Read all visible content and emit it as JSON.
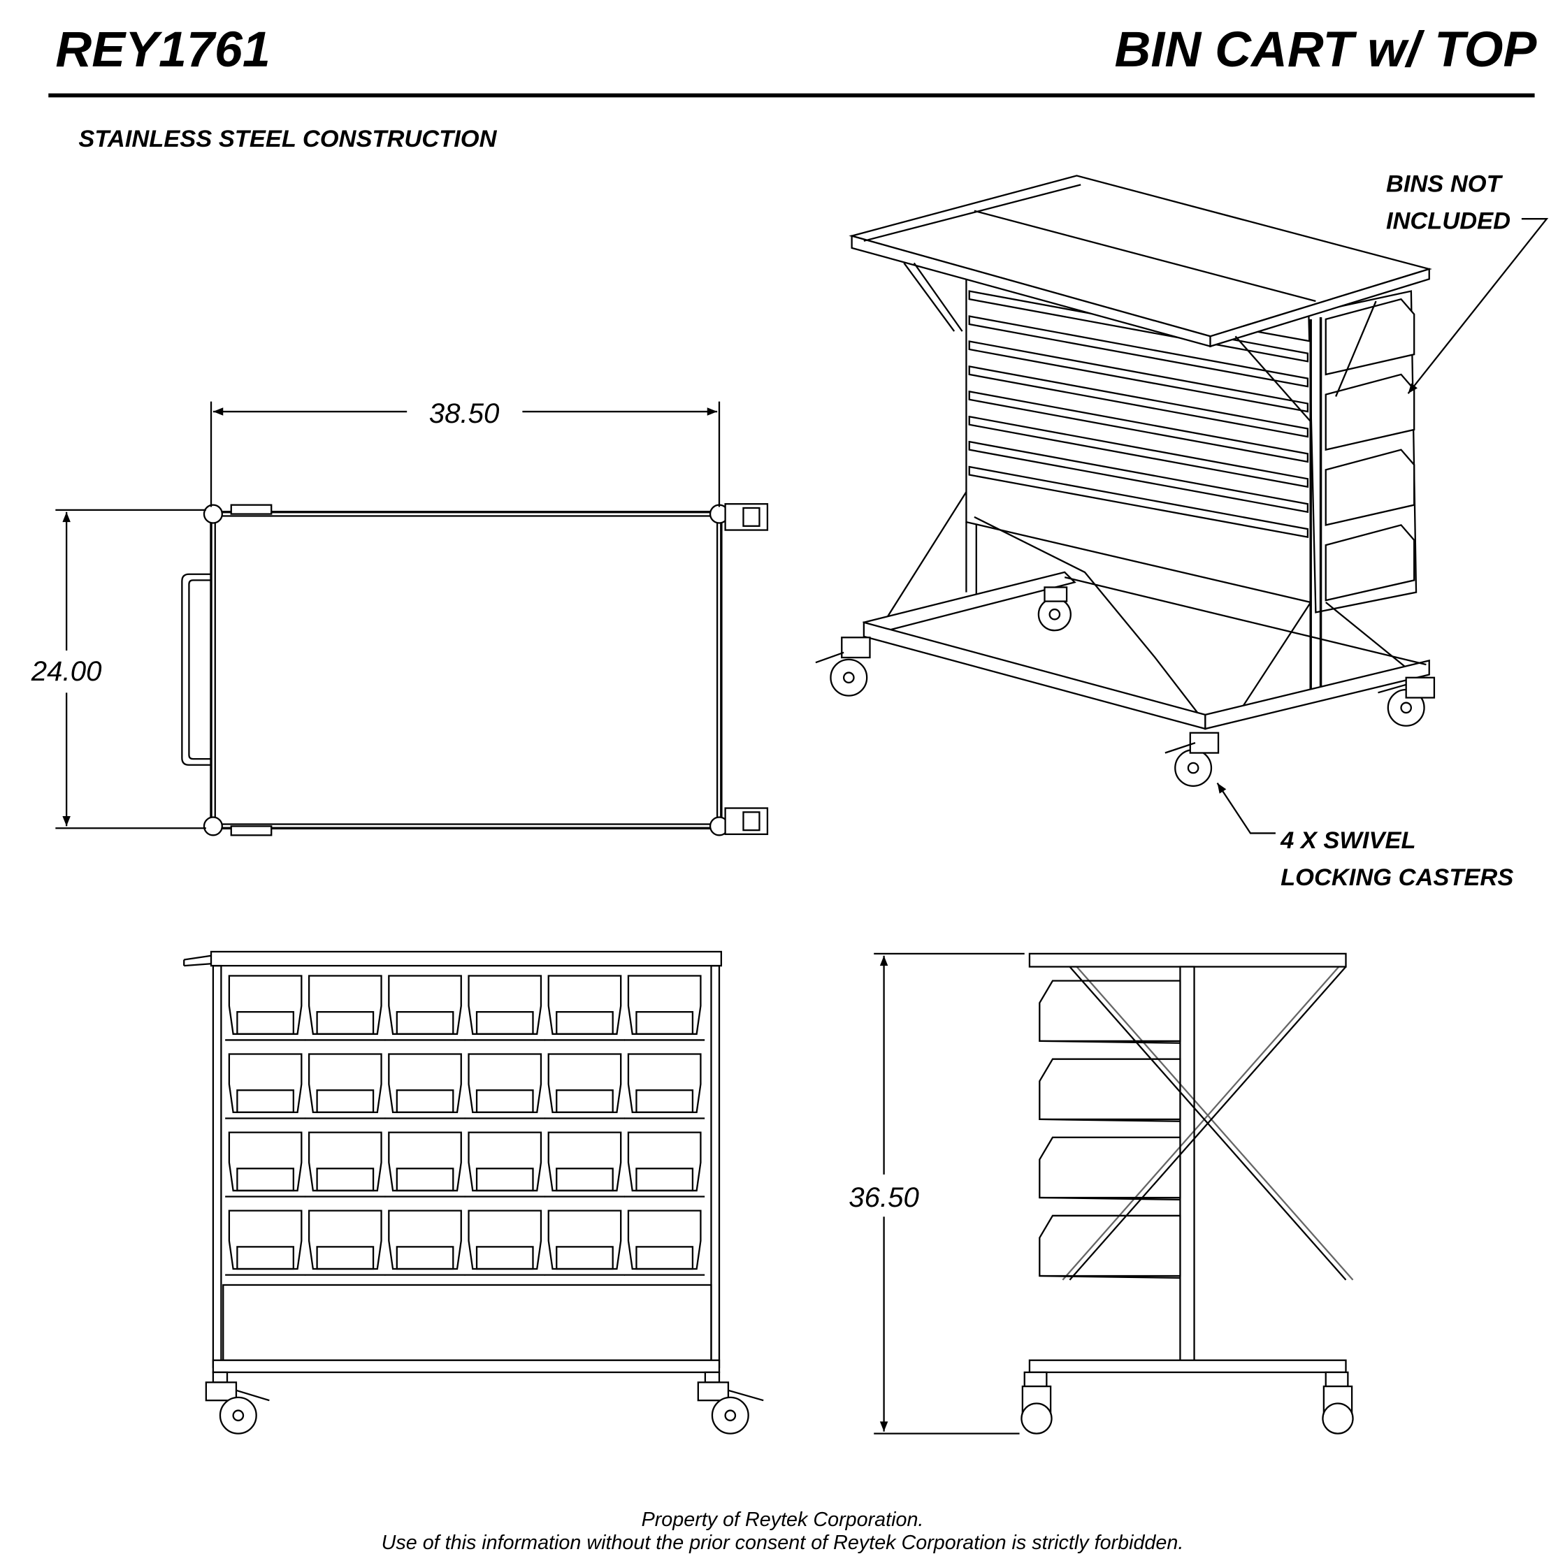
{
  "header": {
    "part_number": "REY1761",
    "title": "BIN CART w/ TOP"
  },
  "notes": {
    "material": "STAINLESS STEEL CONSTRUCTION",
    "bins_line1": "BINS NOT",
    "bins_line2": "INCLUDED",
    "casters_line1": "4 X SWIVEL",
    "casters_line2": "LOCKING CASTERS"
  },
  "dimensions": {
    "width": "38.50",
    "depth": "24.00",
    "height": "36.50"
  },
  "footer": {
    "line1": "Property of Reytek Corporation.",
    "line2": "Use of this information without the prior consent of Reytek Corporation is strictly forbidden."
  }
}
